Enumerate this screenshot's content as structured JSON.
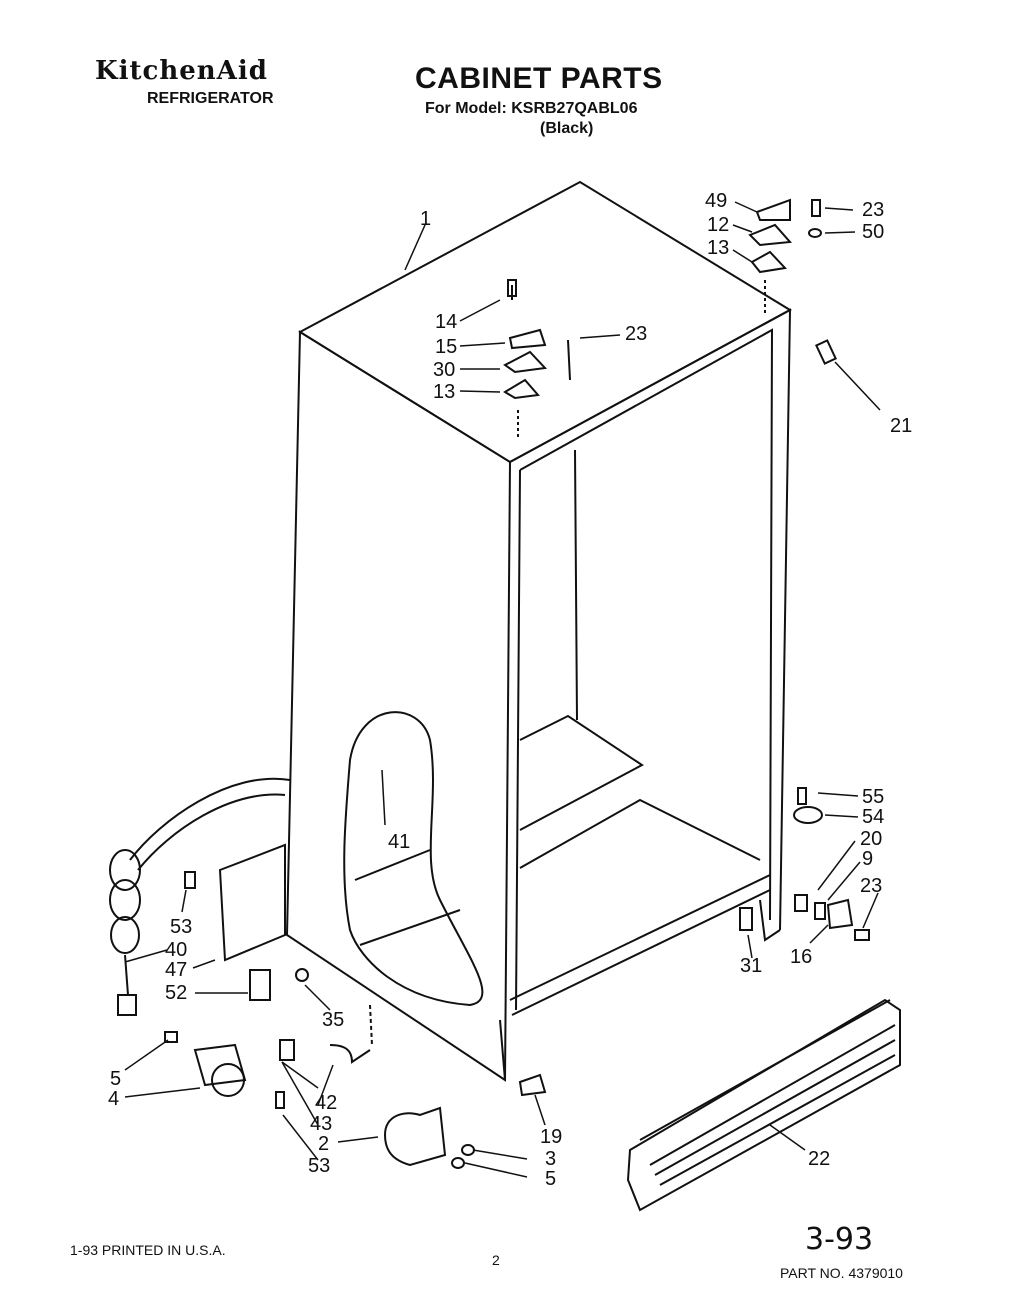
{
  "header": {
    "brand": "KitchenAid",
    "product": "REFRIGERATOR",
    "title": "CABINET PARTS",
    "model": "For Model: KSRB27QABL06",
    "color": "(Black)"
  },
  "footer": {
    "printed": "1-93 PRINTED IN U.S.A.",
    "page_number": "2",
    "date": "3-93",
    "part_number": "PART NO. 4379010"
  },
  "callouts": [
    "1",
    "49",
    "23",
    "12",
    "50",
    "13",
    "14",
    "23",
    "15",
    "30",
    "13",
    "21",
    "41",
    "55",
    "54",
    "20",
    "9",
    "23",
    "16",
    "31",
    "53",
    "40",
    "47",
    "52",
    "35",
    "5",
    "4",
    "42",
    "43",
    "2",
    "53",
    "19",
    "3",
    "5",
    "22"
  ]
}
